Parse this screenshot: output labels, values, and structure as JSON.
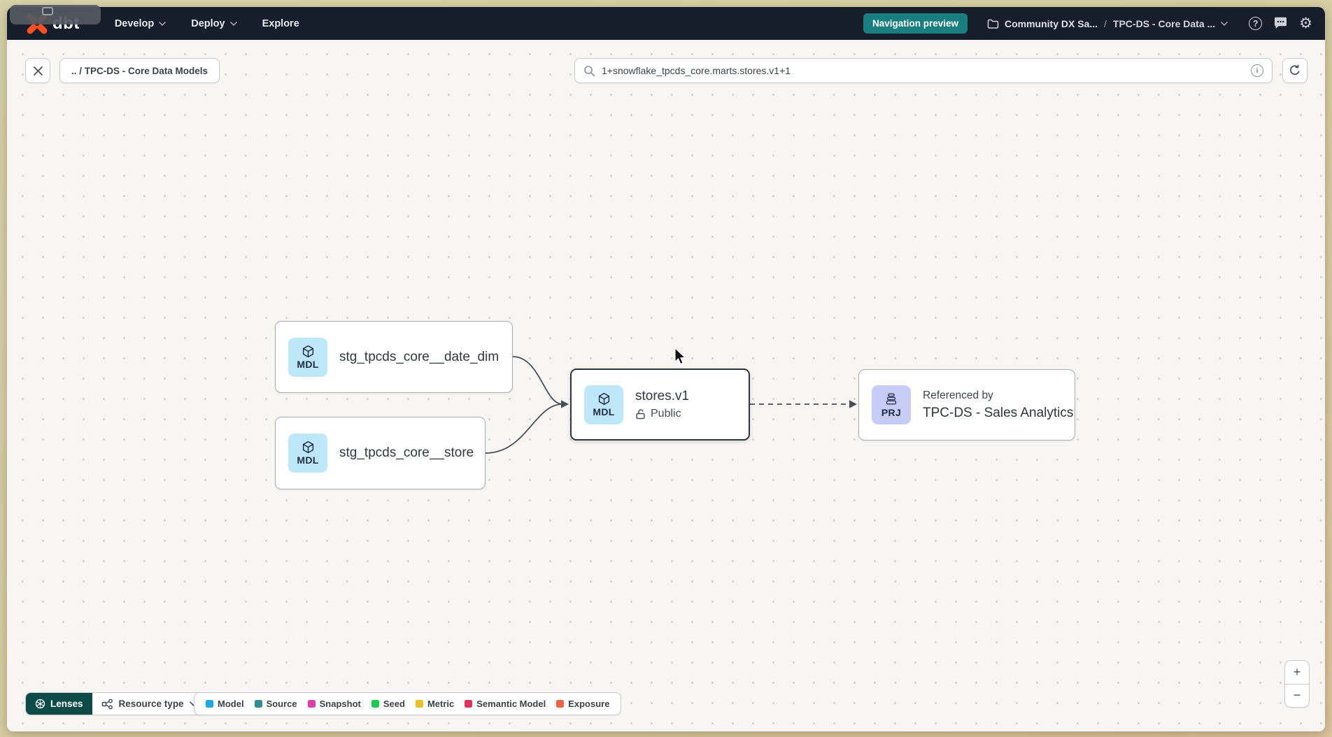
{
  "navbar": {
    "logo_text": "dbt",
    "menu": [
      {
        "label": "Develop"
      },
      {
        "label": "Deploy"
      },
      {
        "label": "Explore"
      }
    ],
    "preview_badge": "Navigation preview",
    "breadcrumb": {
      "project": "Community DX Sa...",
      "separator": "/",
      "section": "TPC-DS - Core Data ..."
    }
  },
  "toolbar": {
    "breadcrumb_chip": ".. / TPC-DS - Core Data Models",
    "search_value": "1+snowflake_tpcds_core.marts.stores.v1+1",
    "info_glyph": "i",
    "help_glyph": "?",
    "gear_glyph": "⚙"
  },
  "graph": {
    "nodes": [
      {
        "badge": "MDL",
        "title": "stg_tpcds_core__date_dim",
        "type": "model"
      },
      {
        "badge": "MDL",
        "title": "stg_tpcds_core__store",
        "type": "model"
      },
      {
        "badge": "MDL",
        "title": "stores.v1",
        "access": "Public",
        "selected": true,
        "type": "model"
      },
      {
        "badge": "PRJ",
        "subtitle": "Referenced by",
        "title": "TPC-DS - Sales Analytics",
        "type": "project"
      }
    ],
    "edges": [
      {
        "from": "stg_tpcds_core__date_dim",
        "to": "stores.v1",
        "style": "solid"
      },
      {
        "from": "stg_tpcds_core__store",
        "to": "stores.v1",
        "style": "solid"
      },
      {
        "from": "stores.v1",
        "to": "TPC-DS - Sales Analytics",
        "style": "dashed"
      }
    ]
  },
  "footer": {
    "lenses_label": "Lenses",
    "resource_type_label": "Resource type",
    "legend": {
      "items": [
        {
          "label": "Model",
          "color": "#1ea7e0"
        },
        {
          "label": "Source",
          "color": "#2f8f94"
        },
        {
          "label": "Snapshot",
          "color": "#df3eae"
        },
        {
          "label": "Seed",
          "color": "#1ec94e"
        },
        {
          "label": "Metric",
          "color": "#e8c228"
        },
        {
          "label": "Semantic Model",
          "color": "#e0315b"
        },
        {
          "label": "Exposure",
          "color": "#ee6344"
        }
      ]
    },
    "zoom_in": "+",
    "zoom_out": "−"
  },
  "colors": {
    "navbar_bg": "#161d2b",
    "accent_teal": "#197e80",
    "lenses_teal": "#0d4b48",
    "brand_orange": "#ff4f1f",
    "model_badge_bg": "#bfe7fa",
    "project_badge_bg": "#c5cdf7",
    "canvas_bg": "#f7f6f3"
  }
}
